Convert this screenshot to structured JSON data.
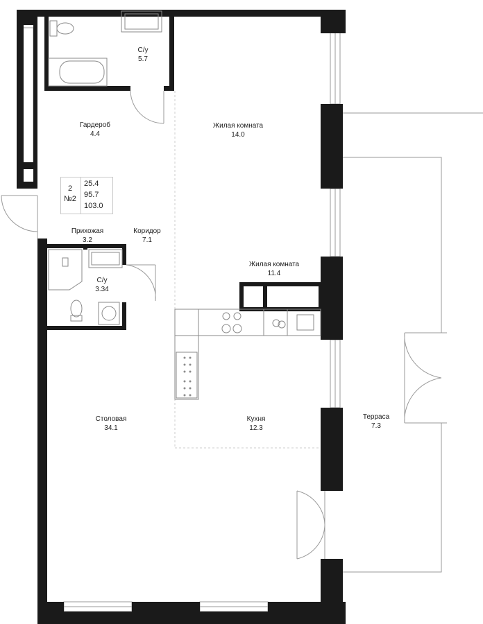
{
  "rooms": [
    {
      "name": "С/у",
      "area": "5.7"
    },
    {
      "name": "Гардероб",
      "area": "4.4"
    },
    {
      "name": "Жилая комната",
      "area": "14.0"
    },
    {
      "name": "Прихожая",
      "area": "3.2"
    },
    {
      "name": "Коридор",
      "area": "7.1"
    },
    {
      "name": "С/у",
      "area": "3.34"
    },
    {
      "name": "Жилая комната",
      "area": "11.4"
    },
    {
      "name": "Столовая",
      "area": "34.1"
    },
    {
      "name": "Кухня",
      "area": "12.3"
    },
    {
      "name": "Терраса",
      "area": "7.3"
    }
  ],
  "info": {
    "rooms_count": "2",
    "apartment_number": "№2",
    "living_area": "25.4",
    "total_area": "95.7",
    "area_with_terrace": "103.0"
  },
  "colors": {
    "wall": "#1a1a1a",
    "line": "#9a9a9a",
    "fixture": "#8a8a8a",
    "dashed": "#cccccc"
  }
}
